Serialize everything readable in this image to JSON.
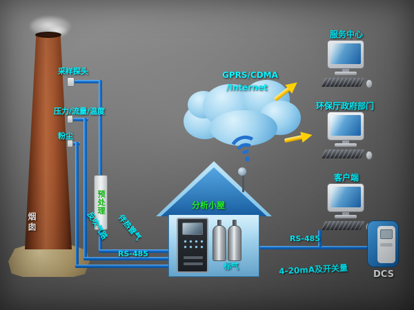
{
  "chimney": {
    "name_label": "烟囱",
    "probe_label": "采样探头",
    "pft_label": "压力/流量/温度",
    "dust_label": "粉尘",
    "pretreatment_label": "预处理"
  },
  "pipes": {
    "blowback": "反吹气路",
    "heated_line": "伴热管气",
    "rs485_left": "RS-485",
    "rs485_right": "RS-485",
    "analog": "4-20mA及开关量"
  },
  "cloud": {
    "line1": "GPRS/CDMA",
    "line2": "/Internet"
  },
  "cabin": {
    "label": "分析小屋",
    "gas_label": "标气"
  },
  "terminals": [
    {
      "label": "服务中心"
    },
    {
      "label": "环保厅政府部门"
    },
    {
      "label": "客户端"
    }
  ],
  "dcs": {
    "label": "DCS"
  },
  "colors": {
    "label_cyan": "#00f2ff",
    "label_green": "#1dee1d",
    "line_blue": "#1173d2",
    "arrow_yellow": "#ffd000",
    "chimney_brown": "#a2552e",
    "cloud_blue": "#9bd2ef",
    "roof_blue": "#135a9e",
    "background_gray": "#6a6a6a"
  }
}
